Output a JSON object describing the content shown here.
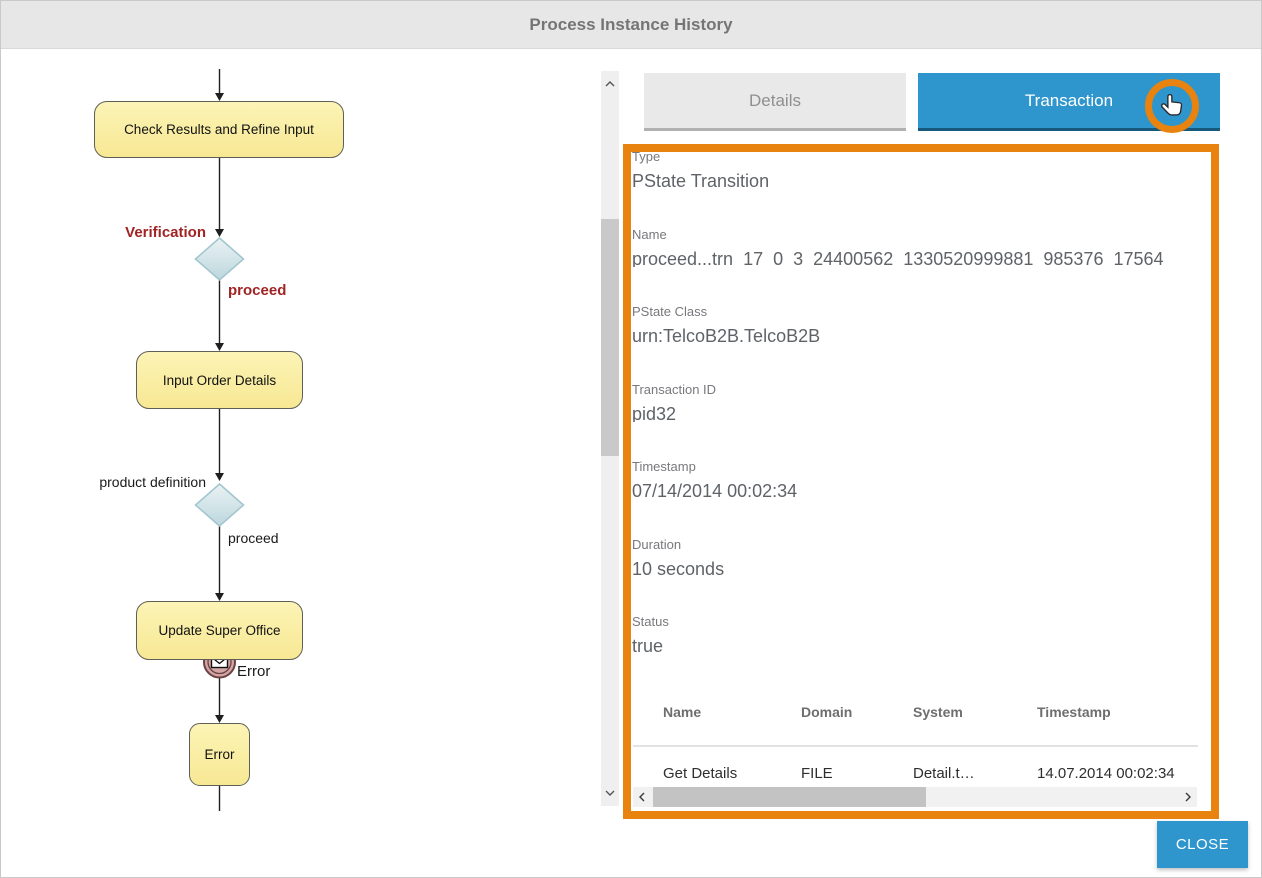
{
  "window": {
    "title": "Process Instance History"
  },
  "colors": {
    "accent_blue": "#2e96cc",
    "highlight_orange": "#e8830f",
    "node_yellow": "#f9eda0",
    "flow_label_red": "#a02424"
  },
  "flowchart": {
    "nodes": [
      {
        "label": "Check Results and Refine Input"
      },
      {
        "label": "Input Order Details"
      },
      {
        "label": "Update Super Office"
      },
      {
        "label": "Error"
      }
    ],
    "gateways": [
      {
        "label": "Verification",
        "branch": "proceed"
      },
      {
        "label": "product definition",
        "branch": "proceed"
      }
    ],
    "error_event_label": "Error"
  },
  "panel": {
    "tabs": [
      {
        "label": "Details",
        "active": false
      },
      {
        "label": "Transaction",
        "active": true
      }
    ],
    "fields": [
      {
        "label": "Type",
        "value": "PState Transition"
      },
      {
        "label": "Name",
        "value": "proceed...trn_17_0_3_24400562_1330520999881_985376_17564"
      },
      {
        "label": "PState Class",
        "value": "urn:TelcoB2B.TelcoB2B"
      },
      {
        "label": "Transaction ID",
        "value": "pid32"
      },
      {
        "label": "Timestamp",
        "value": "07/14/2014 00:02:34"
      },
      {
        "label": "Duration",
        "value": "10 seconds"
      },
      {
        "label": "Status",
        "value": "true"
      }
    ],
    "table": {
      "headers": [
        "Name",
        "Domain",
        "System",
        "Timestamp"
      ],
      "rows": [
        [
          "Get Details",
          "FILE",
          "Detail.t…",
          "14.07.2014 00:02:34"
        ]
      ]
    }
  },
  "close_button": {
    "label": "CLOSE"
  }
}
